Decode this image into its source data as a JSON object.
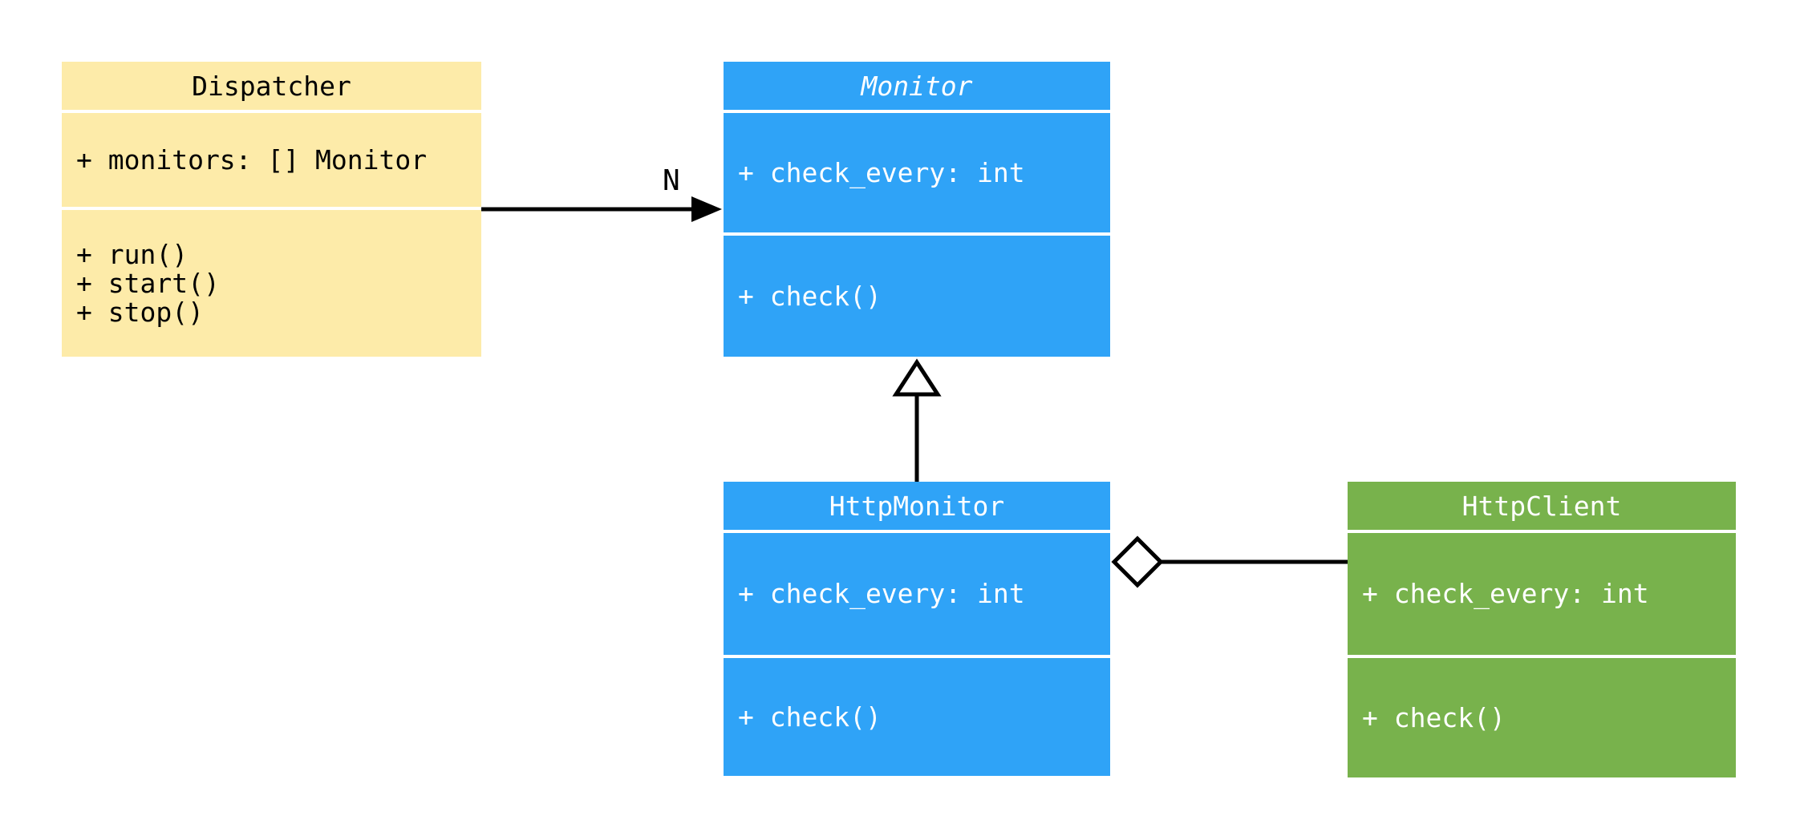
{
  "diagram": {
    "type": "uml-class-diagram",
    "classes": {
      "dispatcher": {
        "title": "Dispatcher",
        "attributes": "+ monitors: [] Monitor",
        "methods": "+ run()\n+ start()\n+ stop()",
        "fill_color": "#FDEBA9",
        "text_color": "#000000",
        "abstract": false
      },
      "monitor": {
        "title": "Monitor",
        "attributes": "+ check_every: int",
        "methods": "+ check()",
        "fill_color": "#2FA3F7",
        "text_color": "#FFFFFF",
        "abstract": true
      },
      "http_monitor": {
        "title": "HttpMonitor",
        "attributes": "+ check_every: int",
        "methods": "+ check()",
        "fill_color": "#2FA3F7",
        "text_color": "#FFFFFF",
        "abstract": false
      },
      "http_client": {
        "title": "HttpClient",
        "attributes": "+ check_every: int",
        "methods": "+ check()",
        "fill_color": "#78B24C",
        "text_color": "#FFFFFF",
        "abstract": false
      }
    },
    "relationships": {
      "dispatcher_to_monitor": {
        "type": "association",
        "from": "Dispatcher",
        "to": "Monitor",
        "arrow": "filled-arrowhead",
        "multiplicity_label": "N"
      },
      "http_monitor_to_monitor": {
        "type": "inheritance",
        "from": "HttpMonitor",
        "to": "Monitor",
        "arrow": "hollow-triangle"
      },
      "http_monitor_to_http_client": {
        "type": "aggregation",
        "from": "HttpMonitor",
        "to": "HttpClient",
        "arrow": "hollow-diamond"
      }
    },
    "line_color": "#000000",
    "background_color": "#FFFFFF"
  }
}
